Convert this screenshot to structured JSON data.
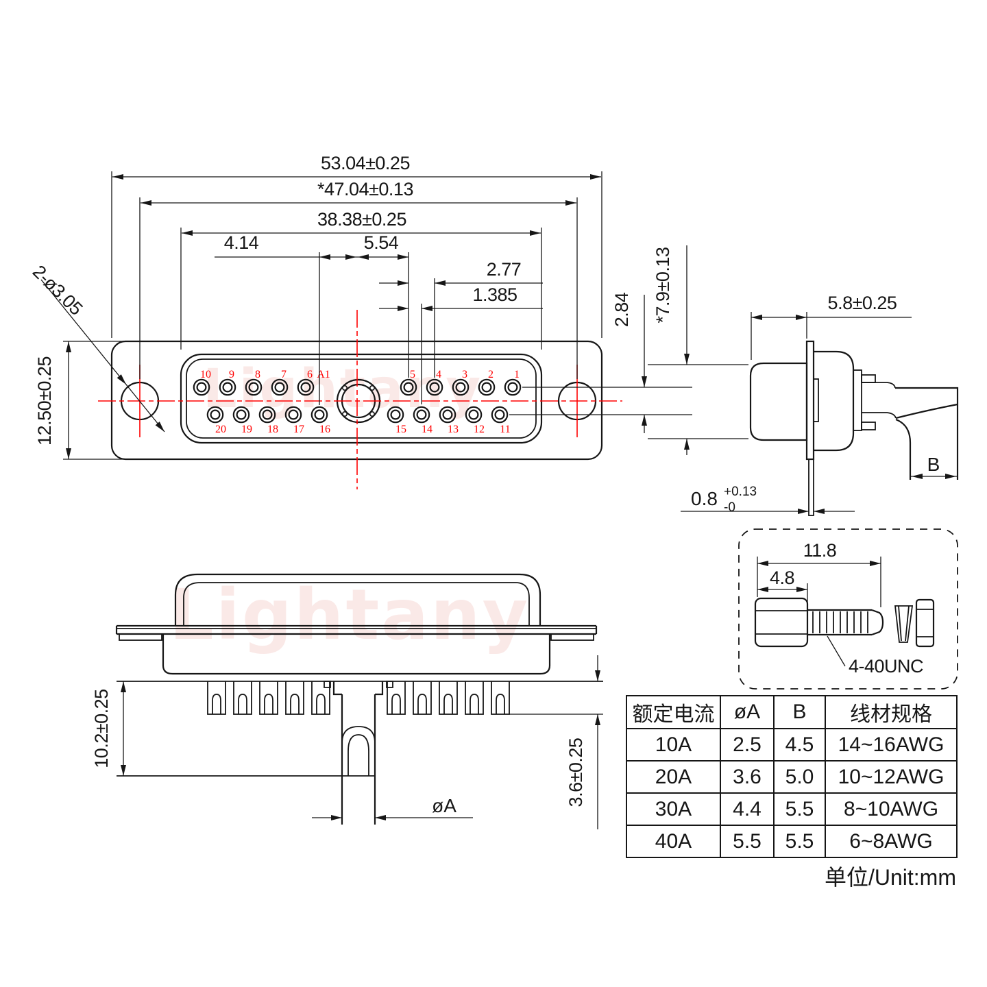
{
  "watermark": "Lightany",
  "unit_note": "单位/Unit:mm",
  "colors": {
    "line": "#161616",
    "accent_red": "#ff0000",
    "watermark_pink": "#e05a50"
  },
  "front_view": {
    "dim_total_width": "53.04±0.25",
    "dim_hole_span": "*47.04±0.13",
    "dim_shell_width": "38.38±0.25",
    "dim_a1_to_pin16": "4.14",
    "dim_a1_to_pin5": "5.54",
    "dim_pin_pitch": "2.77",
    "dim_half_pitch": "1.385",
    "dim_row_gap": "2.84",
    "dim_shell_height": "*7.9±0.13",
    "dim_body_height": "12.50±0.25",
    "dim_mount_holes": "2-ø3.05",
    "pin_a1": "A1",
    "pins_top": [
      "10",
      "9",
      "8",
      "7",
      "6",
      "5",
      "4",
      "3",
      "2",
      "1"
    ],
    "pins_bottom": [
      "20",
      "19",
      "18",
      "17",
      "16",
      "15",
      "14",
      "13",
      "12",
      "11"
    ]
  },
  "side_view": {
    "dim_front_depth": "5.8±0.25",
    "dim_cup_width": "B",
    "dim_flange_thickness": "0.8",
    "tol_plus": "+0.13",
    "tol_minus": "-0"
  },
  "screw_detail": {
    "dim_total_length": "11.8",
    "dim_head_length": "4.8",
    "thread_spec": "4-40UNC"
  },
  "bottom_view": {
    "dim_cup_depth": "10.2±0.25",
    "dim_cup_height": "3.6±0.25",
    "dim_pin_diameter": "øA"
  },
  "spec_table": {
    "headers": [
      "额定电流",
      "øA",
      "B",
      "线材规格"
    ],
    "rows": [
      [
        "10A",
        "2.5",
        "4.5",
        "14~16AWG"
      ],
      [
        "20A",
        "3.6",
        "5.0",
        "10~12AWG"
      ],
      [
        "30A",
        "4.4",
        "5.5",
        "8~10AWG"
      ],
      [
        "40A",
        "5.5",
        "5.5",
        "6~8AWG"
      ]
    ]
  }
}
